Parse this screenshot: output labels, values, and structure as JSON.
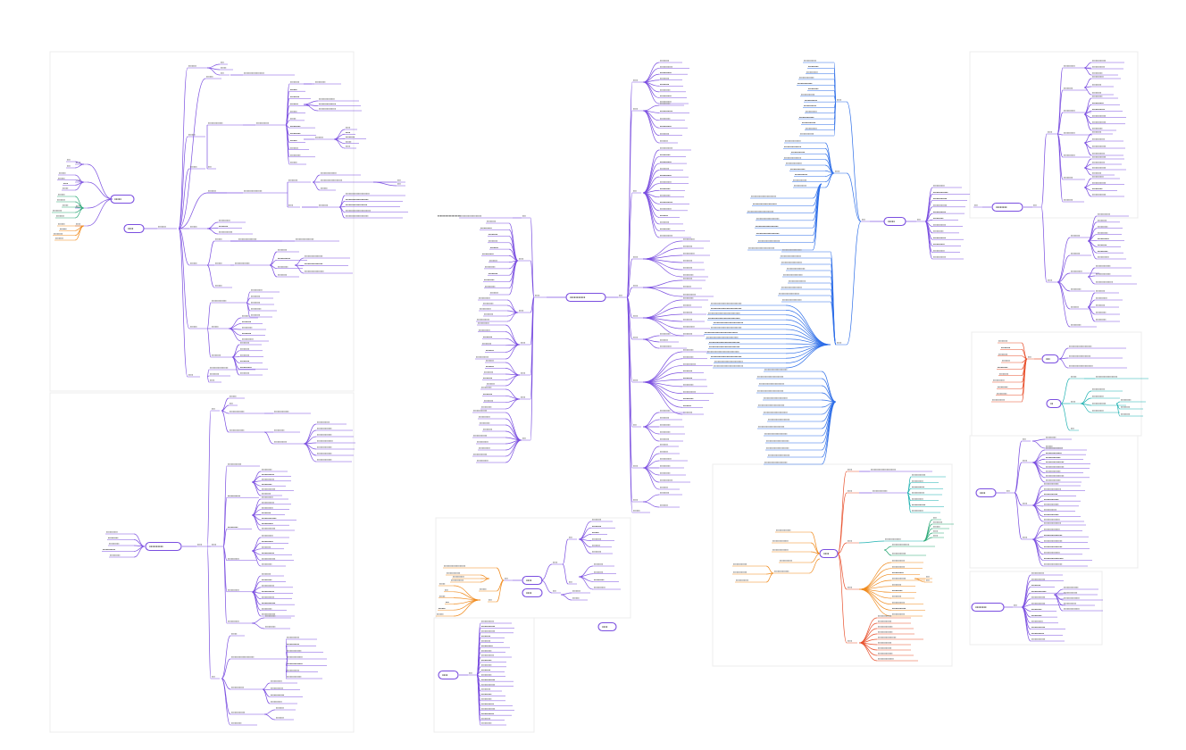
{
  "screen": {
    "title": "",
    "description_visible_text": "none legible"
  },
  "colors": {
    "purple": "#7b4fe0",
    "blue": "#2f6fe8",
    "orange": "#f08a1c",
    "red": "#e8502c",
    "green": "#2aa876",
    "teal": "#1bb0b0",
    "panel_border": "#ececec",
    "text": "#555555"
  },
  "maps": [
    {
      "id": "map-a",
      "root_label": "",
      "color": "purple"
    },
    {
      "id": "map-b",
      "root_label": "",
      "color": "purple"
    },
    {
      "id": "map-c",
      "root_label": "",
      "color": "purple"
    },
    {
      "id": "map-d",
      "root_label": "",
      "color": "blue"
    },
    {
      "id": "map-e",
      "root_label": "",
      "color": "purple"
    },
    {
      "id": "map-f",
      "root_label": "",
      "color": "purple"
    },
    {
      "id": "map-g",
      "root_label": "",
      "color": "orange"
    },
    {
      "id": "map-h",
      "root_label": "",
      "color": "purple"
    },
    {
      "id": "map-i",
      "root_label": "",
      "color": "red"
    },
    {
      "id": "map-j",
      "root_label": "",
      "color": "purple"
    },
    {
      "id": "map-k",
      "root_label": "",
      "color": "purple"
    },
    {
      "id": "map-l",
      "root_label": "",
      "color": "purple"
    }
  ]
}
